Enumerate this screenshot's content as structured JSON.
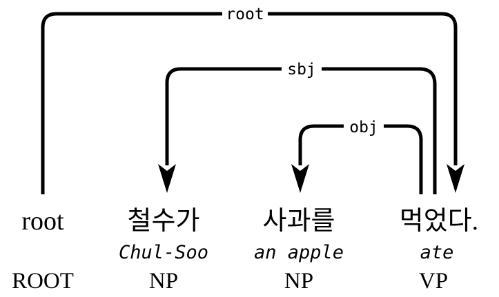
{
  "tokens": [
    {
      "word": "root",
      "gloss": "",
      "pos": "ROOT"
    },
    {
      "word": "철수가",
      "gloss": "Chul-Soo",
      "pos": "NP"
    },
    {
      "word": "사과를",
      "gloss": "an apple",
      "pos": "NP"
    },
    {
      "word": "먹었다.",
      "gloss": "ate",
      "pos": "VP"
    }
  ],
  "arcs": [
    {
      "label": "root",
      "from": "root",
      "to": "먹었다."
    },
    {
      "label": "sbj",
      "from": "먹었다.",
      "to": "철수가"
    },
    {
      "label": "obj",
      "from": "먹었다.",
      "to": "사과를"
    }
  ]
}
